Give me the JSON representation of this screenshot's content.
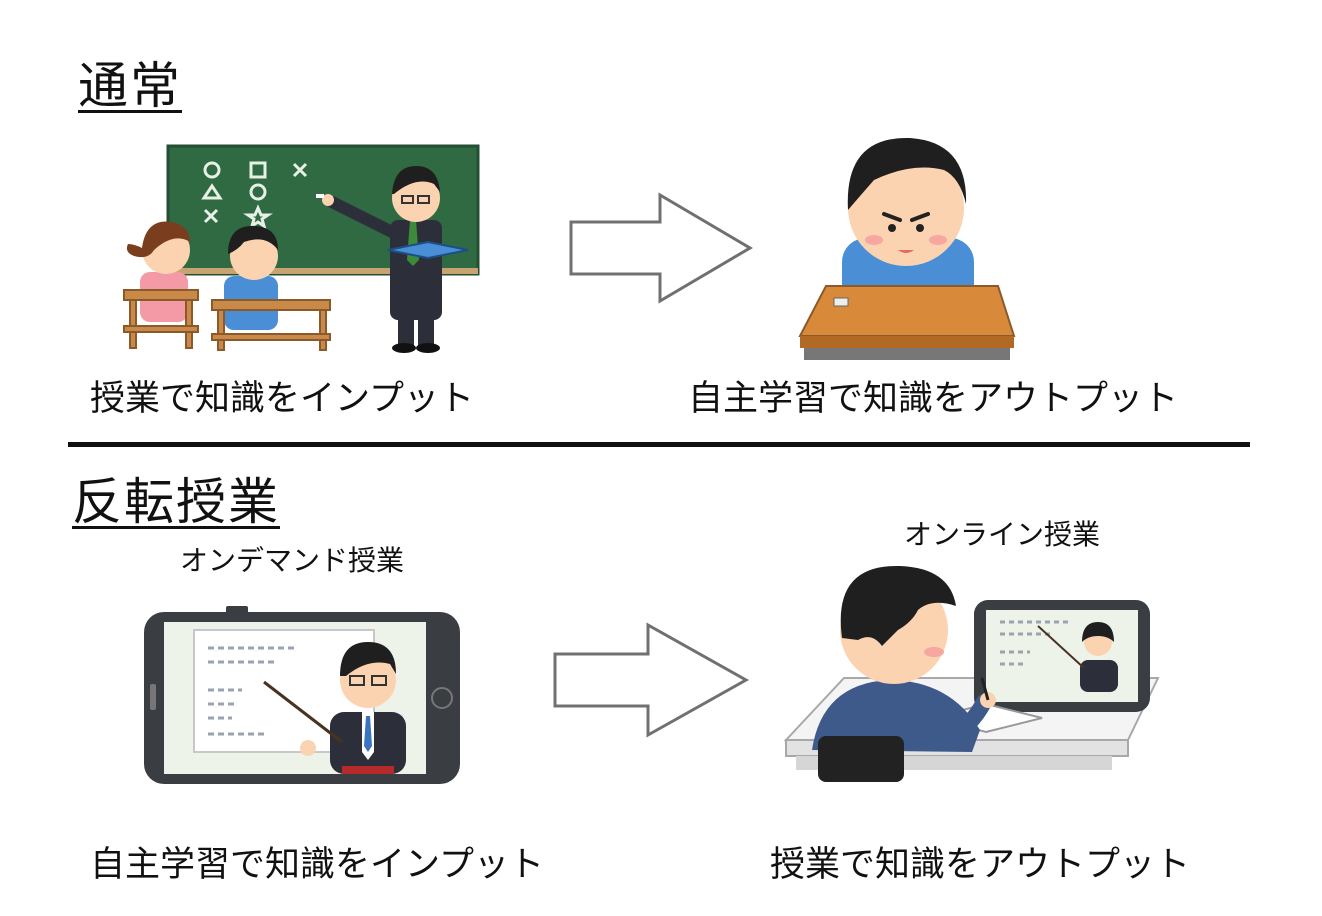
{
  "sections": {
    "normal": {
      "heading": "通常",
      "left_caption": "授業で知識をインプット",
      "right_caption": "自主学習で知識をアウトプット"
    },
    "flipped": {
      "heading": "反転授業",
      "left_label": "オンデマンド授業",
      "right_label": "オンライン授業",
      "left_caption": "自主学習で知識をインプット",
      "right_caption": "授業で知識をアウトプット"
    }
  },
  "colors": {
    "chalkboard": "#2f6a43",
    "arrow_fill": "#ffffff",
    "arrow_stroke": "#707070",
    "desk": "#d9893a",
    "shirt_blue": "#4a8fd6",
    "suit_dark": "#2c2f3a",
    "hair": "#1f1f1f",
    "skin": "#fbd3b0",
    "phone": "#3a3d42"
  },
  "icons": {
    "classroom": "classroom-lecture-illustration",
    "study": "student-studying-illustration",
    "ondemand": "smartphone-video-lecture-illustration",
    "online": "student-tablet-online-class-illustration",
    "arrow": "right-arrow-icon"
  }
}
